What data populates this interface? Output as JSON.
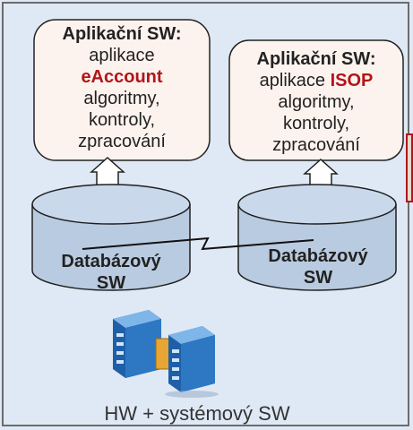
{
  "left_box": {
    "title": "Aplikační SW:",
    "line1_prefix": "aplikace",
    "line2_highlight": "eAccount",
    "line3": "algoritmy,",
    "line4": "kontroly,",
    "line5": "zpracování"
  },
  "right_box": {
    "title": "Aplikační SW:",
    "line1_prefix": "aplikace",
    "line1_highlight": "ISOP",
    "line2": "algoritmy,",
    "line3": "kontroly,",
    "line4": "zpracování"
  },
  "left_db": {
    "line1": "Databázový",
    "line2": "SW"
  },
  "right_db": {
    "line1": "Databázový",
    "line2": "SW"
  },
  "caption": "HW + systémový SW",
  "colors": {
    "background": "#dfe9f5",
    "box_fill": "#fdf3ee",
    "highlight": "#b3141b",
    "db_fill": "#b9cbe0",
    "db_stroke": "#1f1f1f"
  },
  "icons": [
    "arrow-up-icon",
    "lightning-link-icon",
    "server-rack-icon"
  ]
}
